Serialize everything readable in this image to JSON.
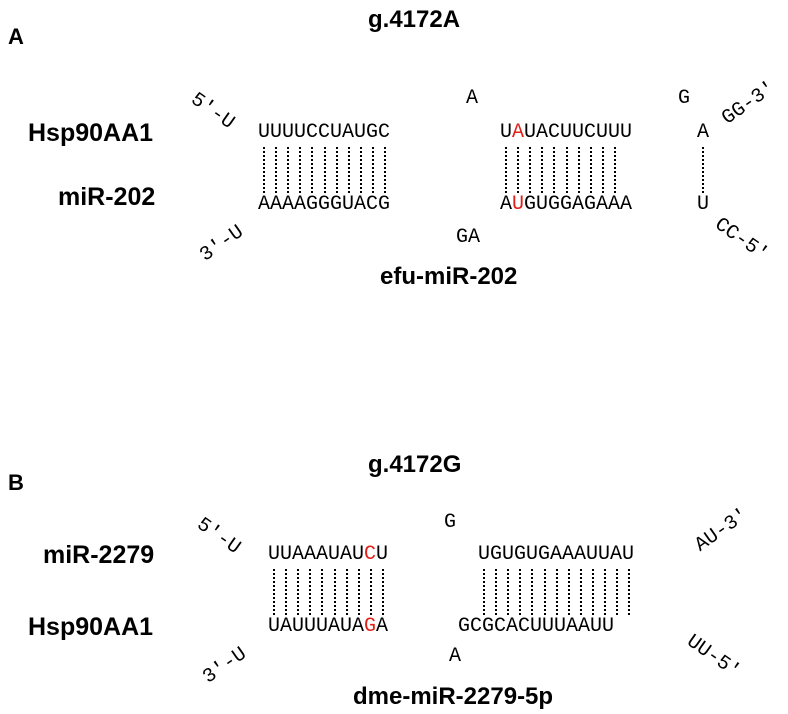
{
  "highlight_color": "#e0201b",
  "panelA": {
    "letter": "A",
    "title": "g.4172A",
    "top_label": "Hsp90AA1",
    "bottom_label": "miR-202",
    "top_five_prime": "5′-U",
    "top_three_prime": "GG-3′",
    "bottom_three_prime": "3′-U",
    "bottom_five_prime": "CC-5′",
    "top_seg1": "UUUUCCUAUGC",
    "top_seg2_pre": "U",
    "top_seg2_hl": "A",
    "top_seg2_post": "UACUUCUUU",
    "top_seg3": "A",
    "bottom_seg1": "AAAAGGGUACG",
    "bottom_seg2_pre": "A",
    "bottom_seg2_hl": "U",
    "bottom_seg2_post": "GUGGAGAAA",
    "bottom_seg3": "U",
    "bulge_top_1": "A",
    "bulge_top_2": "G",
    "bulge_bottom": "GA",
    "mirna_name": "efu-miR-202"
  },
  "panelB": {
    "letter": "B",
    "title": "g.4172G",
    "top_label": "miR-2279",
    "bottom_label": "Hsp90AA1",
    "top_five_prime": "5′-U",
    "top_three_prime": "AU-3′",
    "bottom_three_prime": "3′-U",
    "bottom_five_prime": "UU-5′",
    "top_seg1_pre": "UUAAAUAU",
    "top_seg1_hl": "C",
    "top_seg1_post": "U",
    "top_seg2": "UGUGUGAAAUUAU",
    "bottom_seg1_pre": "UAUUUAUA",
    "bottom_seg1_hl": "G",
    "bottom_seg1_post": "A",
    "bottom_seg2": "GCGCACUUUAAUU",
    "bulge_top": "G",
    "bulge_bottom": "A",
    "mirna_name": "dme-miR-2279-5p"
  }
}
